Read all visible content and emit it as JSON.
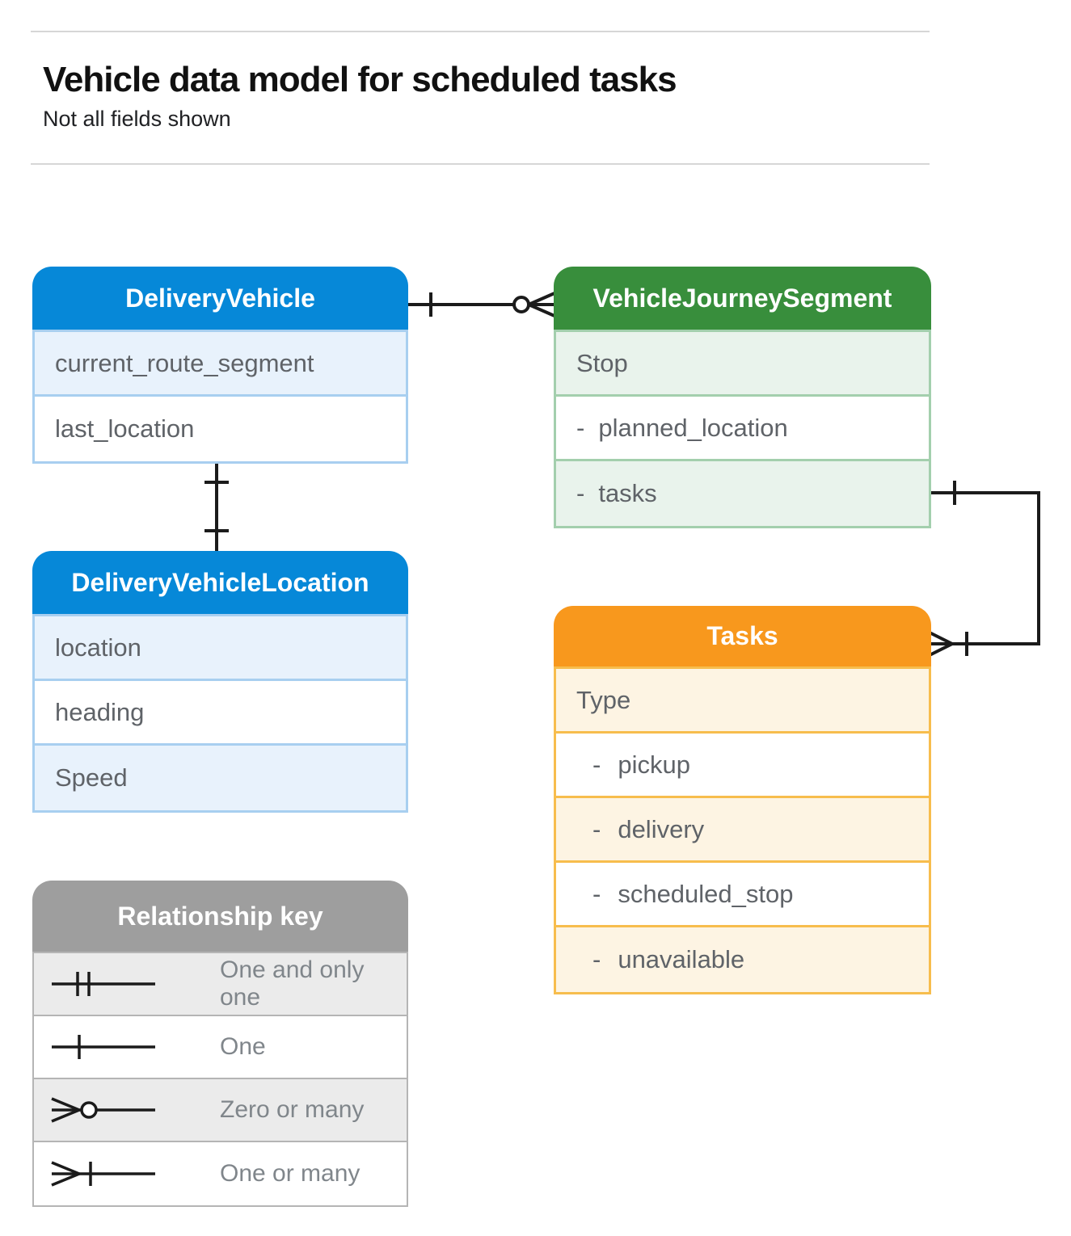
{
  "page": {
    "title": "Vehicle data model for scheduled tasks",
    "subtitle": "Not all fields shown"
  },
  "colors": {
    "blue_header": "#0688d8",
    "blue_row_alt": "#e8f2fc",
    "blue_border": "#a8cff0",
    "green_header": "#388e3c",
    "green_row_alt": "#e9f3ec",
    "green_border": "#a3cfad",
    "orange_header": "#f8981d",
    "orange_row_alt": "#fdf4e3",
    "orange_border": "#f7bd4d",
    "gray_header": "#9e9e9e",
    "gray_row_alt": "#ebebeb",
    "connector_line": "#1b1b1b",
    "field_text": "#5f6368"
  },
  "entities": [
    {
      "title": "DeliveryVehicle",
      "fields": [
        {
          "label": "current_route_segment"
        },
        {
          "label": "last_location"
        }
      ]
    },
    {
      "title": "VehicleJourneySegment",
      "fields": [
        {
          "label": "Stop"
        },
        {
          "prefix": "-",
          "label": "planned_location"
        },
        {
          "prefix": "-",
          "label": "tasks"
        }
      ]
    },
    {
      "title": "DeliveryVehicleLocation",
      "fields": [
        {
          "label": "location"
        },
        {
          "label": "heading"
        },
        {
          "label": "Speed"
        }
      ]
    },
    {
      "title": "Tasks",
      "fields": [
        {
          "label": "Type"
        },
        {
          "prefix": "-",
          "label": "pickup"
        },
        {
          "prefix": "-",
          "label": "delivery"
        },
        {
          "prefix": "-",
          "label": "scheduled_stop"
        },
        {
          "prefix": "-",
          "label": "unavailable"
        }
      ]
    }
  ],
  "legend": {
    "title": "Relationship key",
    "items": [
      {
        "symbol": "one-and-only-one",
        "label": "One and only one"
      },
      {
        "symbol": "one",
        "label": "One"
      },
      {
        "symbol": "zero-or-many",
        "label": "Zero or many"
      },
      {
        "symbol": "one-or-many",
        "label": "One or many"
      }
    ]
  },
  "connectors": [
    {
      "from": "DeliveryVehicle",
      "to": "VehicleJourneySegment",
      "from_cardinality": "one",
      "to_cardinality": "zero-or-many"
    },
    {
      "from": "DeliveryVehicle",
      "to": "DeliveryVehicleLocation",
      "from_cardinality": "one",
      "to_cardinality": "one"
    },
    {
      "from": "VehicleJourneySegment.tasks",
      "to": "Tasks",
      "from_cardinality": "one",
      "to_cardinality": "one-or-many"
    }
  ]
}
